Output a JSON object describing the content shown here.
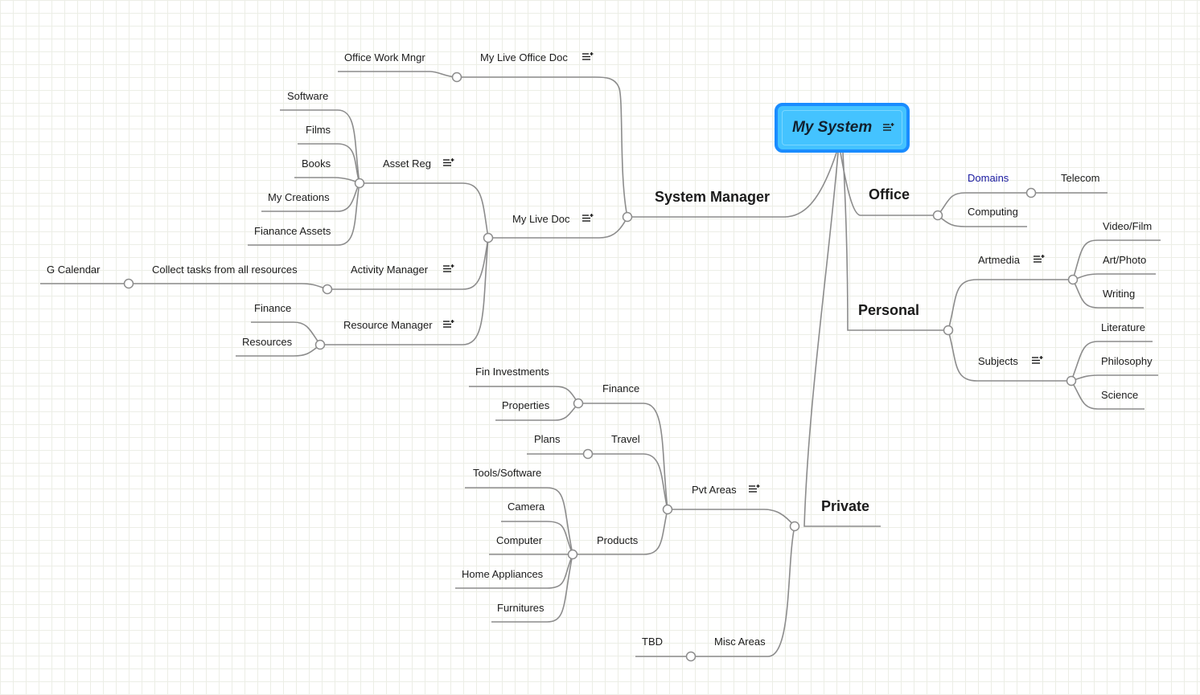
{
  "root": {
    "title": "My System"
  },
  "colors": {
    "edge": "#8c8c8c",
    "root_border": "#1a8cff",
    "root_fill": "#44c3ff",
    "link_text": "#1a1aa0"
  },
  "branches": {
    "system_manager": "System Manager",
    "office": "Office",
    "personal": "Personal",
    "private": "Private"
  },
  "nodes": {
    "my_live_office_doc": "My Live Office Doc",
    "office_work_mngr": "Office Work Mngr",
    "my_live_doc": "My Live Doc",
    "asset_reg": "Asset Reg",
    "software": "Software",
    "films": "Films",
    "books": "Books",
    "my_creations": "My Creations",
    "fianance_assets": "Fianance Assets",
    "activity_manager": "Activity Manager",
    "collect_tasks": "Collect tasks from all resources",
    "g_calendar": "G Calendar",
    "resource_manager": "Resource Manager",
    "rm_finance": "Finance",
    "rm_resources": "Resources",
    "domains": "Domains",
    "telecom": "Telecom",
    "computing": "Computing",
    "artmedia": "Artmedia",
    "video_film": "Video/Film",
    "art_photo": "Art/Photo",
    "writing": "Writing",
    "subjects": "Subjects",
    "literature": "Literature",
    "philosophy": "Philosophy",
    "science": "Science",
    "pvt_areas": "Pvt Areas",
    "pv_finance": "Finance",
    "fin_investments": "Fin Investments",
    "properties": "Properties",
    "travel": "Travel",
    "plans": "Plans",
    "products": "Products",
    "tools_software": "Tools/Software",
    "camera": "Camera",
    "computer": "Computer",
    "home_appliances": "Home Appliances",
    "furnitures": "Furnitures",
    "misc_areas": "Misc Areas",
    "tbd": "TBD"
  }
}
